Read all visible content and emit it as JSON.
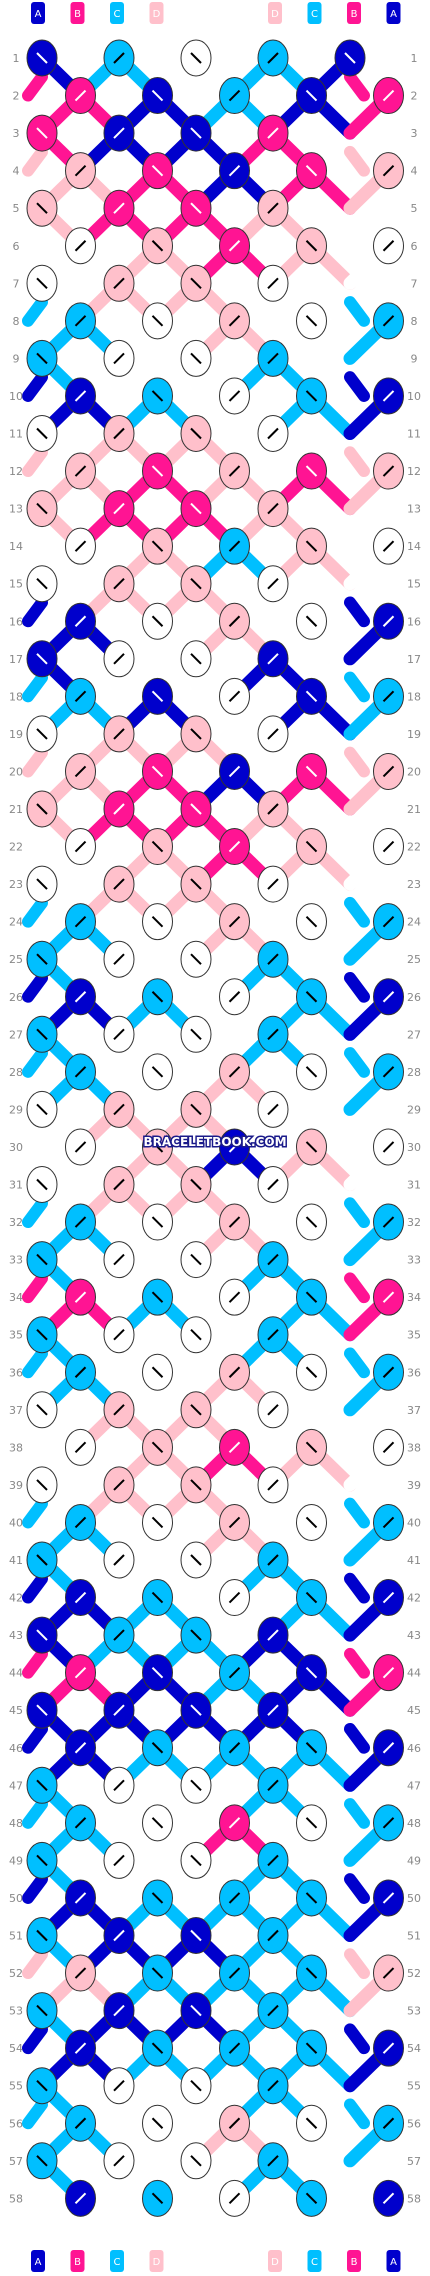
{
  "colors": {
    "A": "#0000cc",
    "B": "#ff1493",
    "C": "#00bfff",
    "D": "#ffc0cb",
    "E": "#ffffff"
  },
  "strands_top": [
    "A",
    "B",
    "C",
    "D",
    "E",
    "E",
    "D",
    "C",
    "B",
    "A"
  ],
  "strands_bottom": [
    "A",
    "B",
    "C",
    "D",
    "E",
    "E",
    "D",
    "C",
    "B",
    "A"
  ],
  "row_count": 58,
  "watermark": "BRACELETBOOK.COM",
  "knot_rows": [
    [
      "A",
      "C",
      "E",
      "C",
      "A"
    ],
    [
      "B",
      "A",
      "C",
      "A",
      "B"
    ],
    [
      "B",
      "A",
      "A",
      "B"
    ],
    [
      "D",
      "B",
      "A",
      "B",
      "D"
    ],
    [
      "D",
      "B",
      "B",
      "D"
    ],
    [
      "E",
      "D",
      "B",
      "D",
      "E"
    ],
    [
      "E",
      "D",
      "D",
      "E"
    ],
    [
      "C",
      "E",
      "D",
      "E",
      "C"
    ],
    [
      "C",
      "E",
      "E",
      "C"
    ],
    [
      "A",
      "C",
      "E",
      "C",
      "A"
    ],
    [
      "E",
      "D",
      "D",
      "E"
    ],
    [
      "D",
      "B",
      "D",
      "B",
      "D"
    ],
    [
      "D",
      "B",
      "B",
      "D"
    ],
    [
      "E",
      "D",
      "C",
      "D",
      "E"
    ],
    [
      "E",
      "D",
      "D",
      "E"
    ],
    [
      "A",
      "E",
      "D",
      "E",
      "A"
    ],
    [
      "A",
      "E",
      "E",
      "A"
    ],
    [
      "C",
      "A",
      "E",
      "A",
      "C"
    ],
    [
      "E",
      "D",
      "D",
      "E"
    ],
    [
      "D",
      "B",
      "A",
      "B",
      "D"
    ],
    [
      "D",
      "B",
      "B",
      "D"
    ],
    [
      "E",
      "D",
      "B",
      "D",
      "E"
    ],
    [
      "E",
      "D",
      "D",
      "E"
    ],
    [
      "C",
      "E",
      "D",
      "E",
      "C"
    ],
    [
      "C",
      "E",
      "E",
      "C"
    ],
    [
      "A",
      "C",
      "E",
      "C",
      "A"
    ],
    [
      "C",
      "E",
      "E",
      "C"
    ],
    [
      "C",
      "E",
      "D",
      "E",
      "C"
    ],
    [
      "E",
      "D",
      "D",
      "E"
    ],
    [
      "E",
      "D",
      "A",
      "D",
      "E"
    ],
    [
      "E",
      "D",
      "D",
      "E"
    ],
    [
      "C",
      "E",
      "D",
      "E",
      "C"
    ],
    [
      "C",
      "E",
      "E",
      "C"
    ],
    [
      "B",
      "C",
      "E",
      "C",
      "B"
    ],
    [
      "C",
      "E",
      "E",
      "C"
    ],
    [
      "C",
      "E",
      "D",
      "E",
      "C"
    ],
    [
      "E",
      "D",
      "D",
      "E"
    ],
    [
      "E",
      "D",
      "B",
      "D",
      "E"
    ],
    [
      "E",
      "D",
      "D",
      "E"
    ],
    [
      "C",
      "E",
      "D",
      "E",
      "C"
    ],
    [
      "C",
      "E",
      "E",
      "C"
    ],
    [
      "A",
      "C",
      "E",
      "C",
      "A"
    ],
    [
      "A",
      "C",
      "C",
      "A"
    ],
    [
      "B",
      "A",
      "C",
      "A",
      "B"
    ],
    [
      "A",
      "A",
      "A",
      "A"
    ],
    [
      "A",
      "C",
      "C",
      "C",
      "A"
    ],
    [
      "C",
      "E",
      "E",
      "C"
    ],
    [
      "C",
      "E",
      "B",
      "E",
      "C"
    ],
    [
      "C",
      "E",
      "E",
      "C"
    ],
    [
      "A",
      "C",
      "C",
      "C",
      "A"
    ],
    [
      "C",
      "A",
      "A",
      "C"
    ],
    [
      "D",
      "C",
      "C",
      "C",
      "D"
    ],
    [
      "C",
      "A",
      "A",
      "C"
    ],
    [
      "A",
      "C",
      "C",
      "C",
      "A"
    ],
    [
      "C",
      "E",
      "E",
      "C"
    ],
    [
      "C",
      "E",
      "D",
      "E",
      "C"
    ],
    [
      "C",
      "E",
      "E",
      "C"
    ],
    [
      "A",
      "C",
      "E",
      "C",
      "A"
    ]
  ]
}
